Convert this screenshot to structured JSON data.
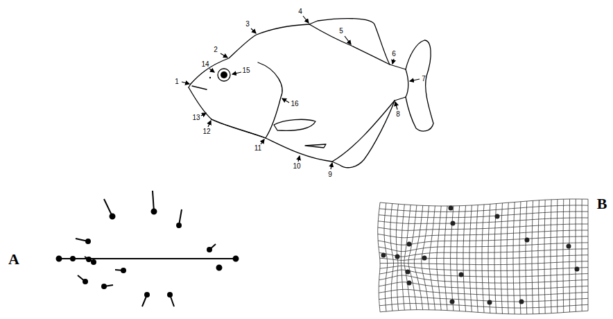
{
  "diagram": {
    "labels": [
      "1",
      "2",
      "3",
      "4",
      "5",
      "6",
      "7",
      "8",
      "9",
      "10",
      "11",
      "12",
      "13",
      "14",
      "15",
      "16",
      "A",
      "B"
    ]
  }
}
